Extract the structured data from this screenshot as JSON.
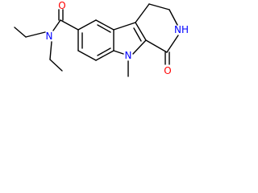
{
  "molecule": {
    "colors": {
      "bond": "#000000",
      "oxygen": "#ff0000",
      "nitrogen": "#0000ff",
      "background": "#ffffff"
    },
    "atoms": {
      "amide_oxygen": {
        "label": "O",
        "element": "oxygen"
      },
      "amide_nitrogen": {
        "label": "N",
        "element": "nitrogen"
      },
      "lactam_nitrogen": {
        "label": "NH",
        "element": "nitrogen"
      },
      "indole_nitrogen": {
        "label": "N",
        "element": "nitrogen"
      },
      "lactam_oxygen": {
        "label": "O",
        "element": "oxygen"
      }
    }
  }
}
